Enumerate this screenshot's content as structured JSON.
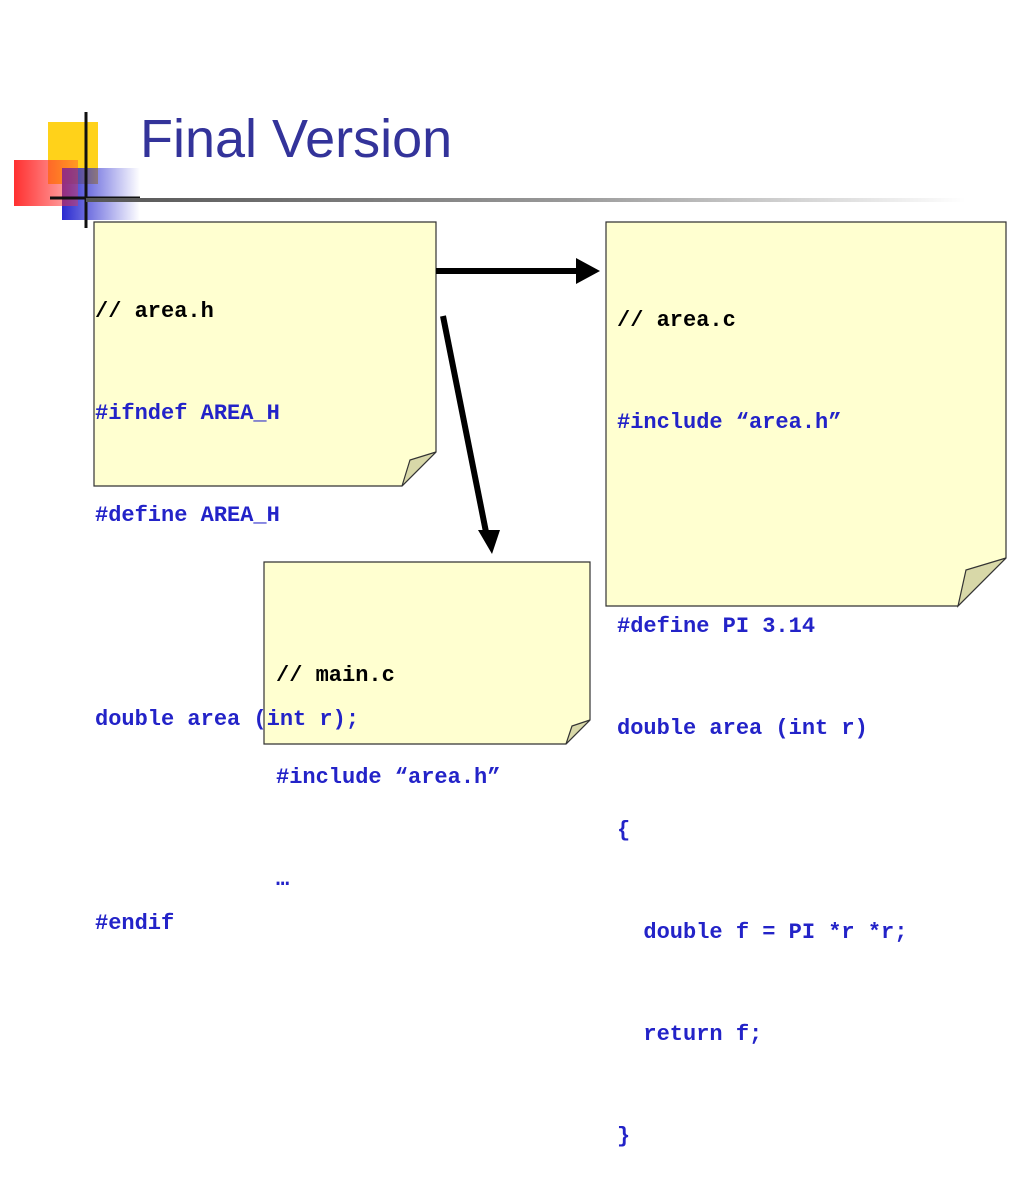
{
  "slide": {
    "title": "Final Version"
  },
  "files": {
    "area_h": {
      "lines": [
        "// area.h",
        "#ifndef AREA_H",
        "#define AREA_H",
        "",
        "double area (int r);",
        "",
        "#endif"
      ]
    },
    "area_c": {
      "lines": [
        "// area.c",
        "#include “area.h”",
        "",
        "#define PI 3.14",
        "double area (int r)",
        "{",
        "  double f = PI *r *r;",
        "  return f;",
        "}"
      ]
    },
    "main_c": {
      "lines": [
        "// main.c",
        "#include “area.h”",
        "…"
      ]
    }
  },
  "colors": {
    "title": "#33339a",
    "code": "#2323c8",
    "comment": "#000000",
    "note_fill": "#ffffd0",
    "fold_fill": "#d8d8a8"
  }
}
